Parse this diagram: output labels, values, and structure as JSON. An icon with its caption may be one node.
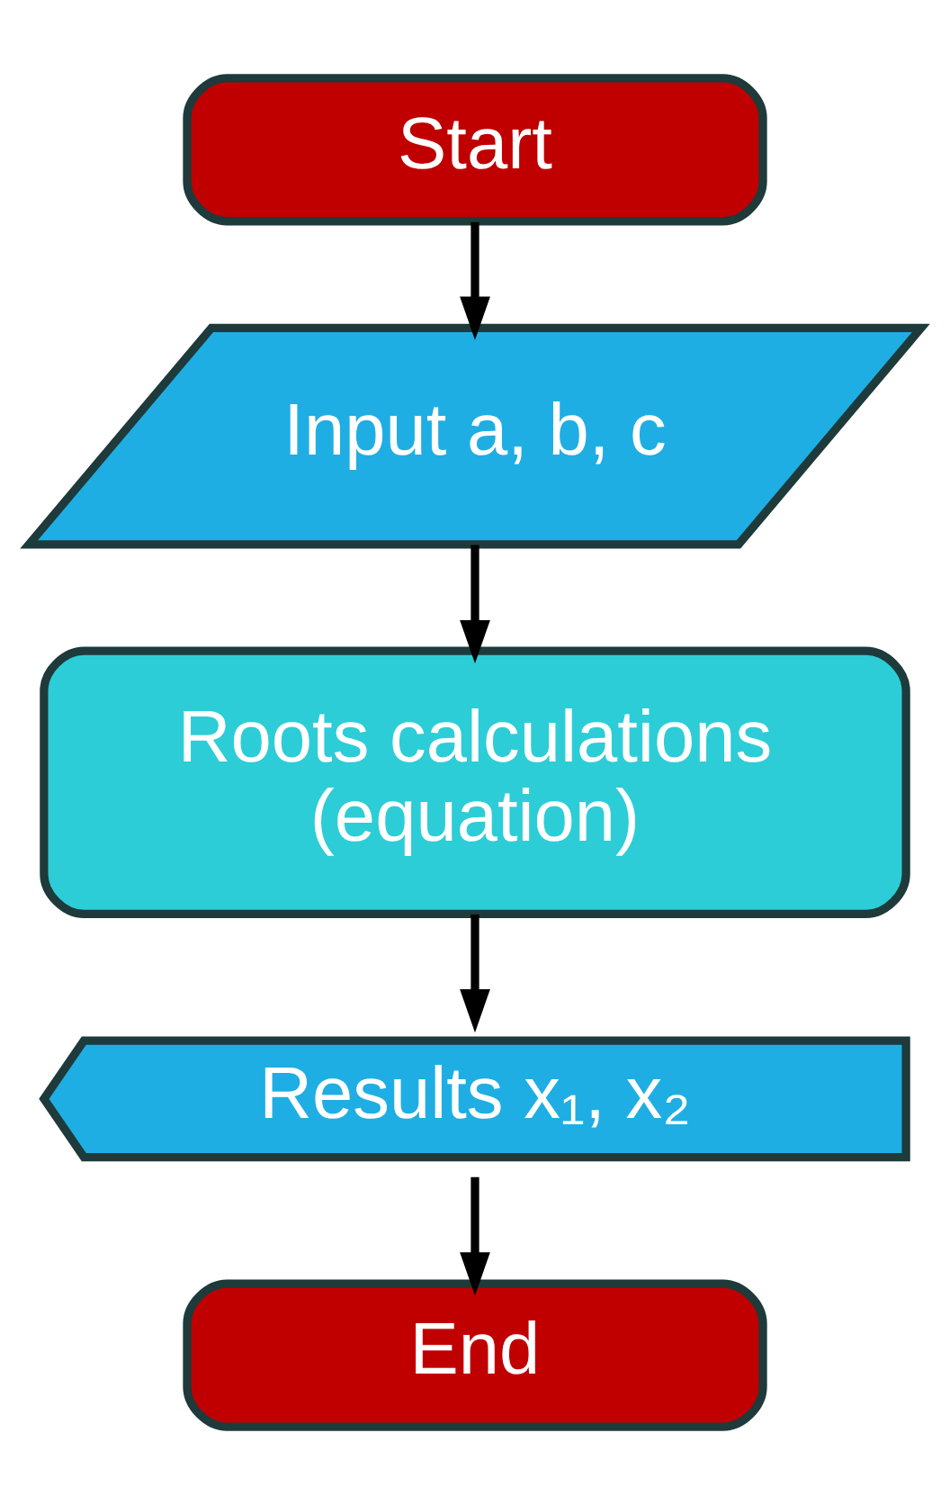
{
  "diagram": {
    "nodes": [
      {
        "text": [
          "Start"
        ]
      },
      {
        "text": [
          "Input a, b, c"
        ]
      },
      {
        "text": [
          "Roots calculations (equation)"
        ]
      },
      {
        "text": [
          "Results x₁, x₂"
        ]
      },
      {
        "text": [
          "End"
        ]
      }
    ],
    "edges": [
      {
        "from": 0,
        "to": 1,
        "arrow": "to"
      },
      {
        "from": 1,
        "to": 2,
        "arrow": "to"
      },
      {
        "from": 2,
        "to": 3,
        "arrow": "to"
      },
      {
        "from": 3,
        "to": 4,
        "arrow": "to"
      }
    ]
  }
}
